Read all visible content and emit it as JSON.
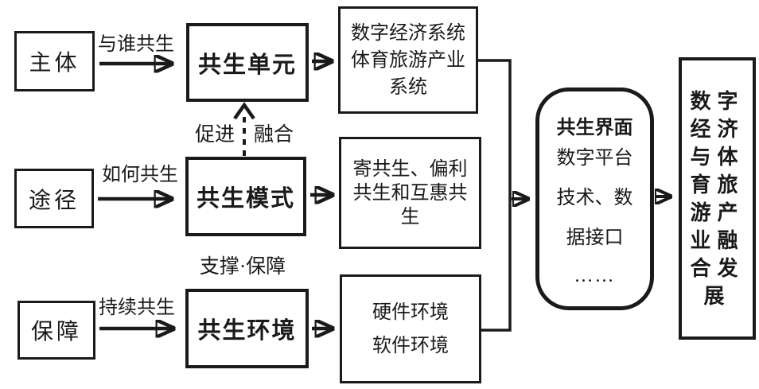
{
  "colors": {
    "ink": "#1a1a1a",
    "background": "#ffffff"
  },
  "left_column": {
    "subject": "主体",
    "path": "途径",
    "guarantee": "保障"
  },
  "flow_labels": {
    "row1": "与谁共生",
    "row2": "如何共生",
    "row3": "持续共生",
    "promote_left": "促进",
    "promote_right": "融合",
    "support": "支撑·保障"
  },
  "core_column": {
    "unit": "共生单元",
    "mode": "共生模式",
    "environment": "共生环境"
  },
  "detail_boxes": {
    "unit_lines": [
      "数字经济系统",
      "体育旅游产业",
      "系统"
    ],
    "mode_lines": [
      "寄共生、偏利",
      "共生和互惠共",
      "生"
    ],
    "environment_lines": [
      "硬件环境",
      "软件环境"
    ]
  },
  "interface_box": {
    "title": "共生界面",
    "lines": [
      "数字平台",
      "技术、数",
      "据接口",
      "……"
    ]
  },
  "result_box": {
    "lines": [
      "数字",
      "经济",
      "与体",
      "育旅",
      "游产",
      "业融",
      "合发",
      "展"
    ]
  }
}
